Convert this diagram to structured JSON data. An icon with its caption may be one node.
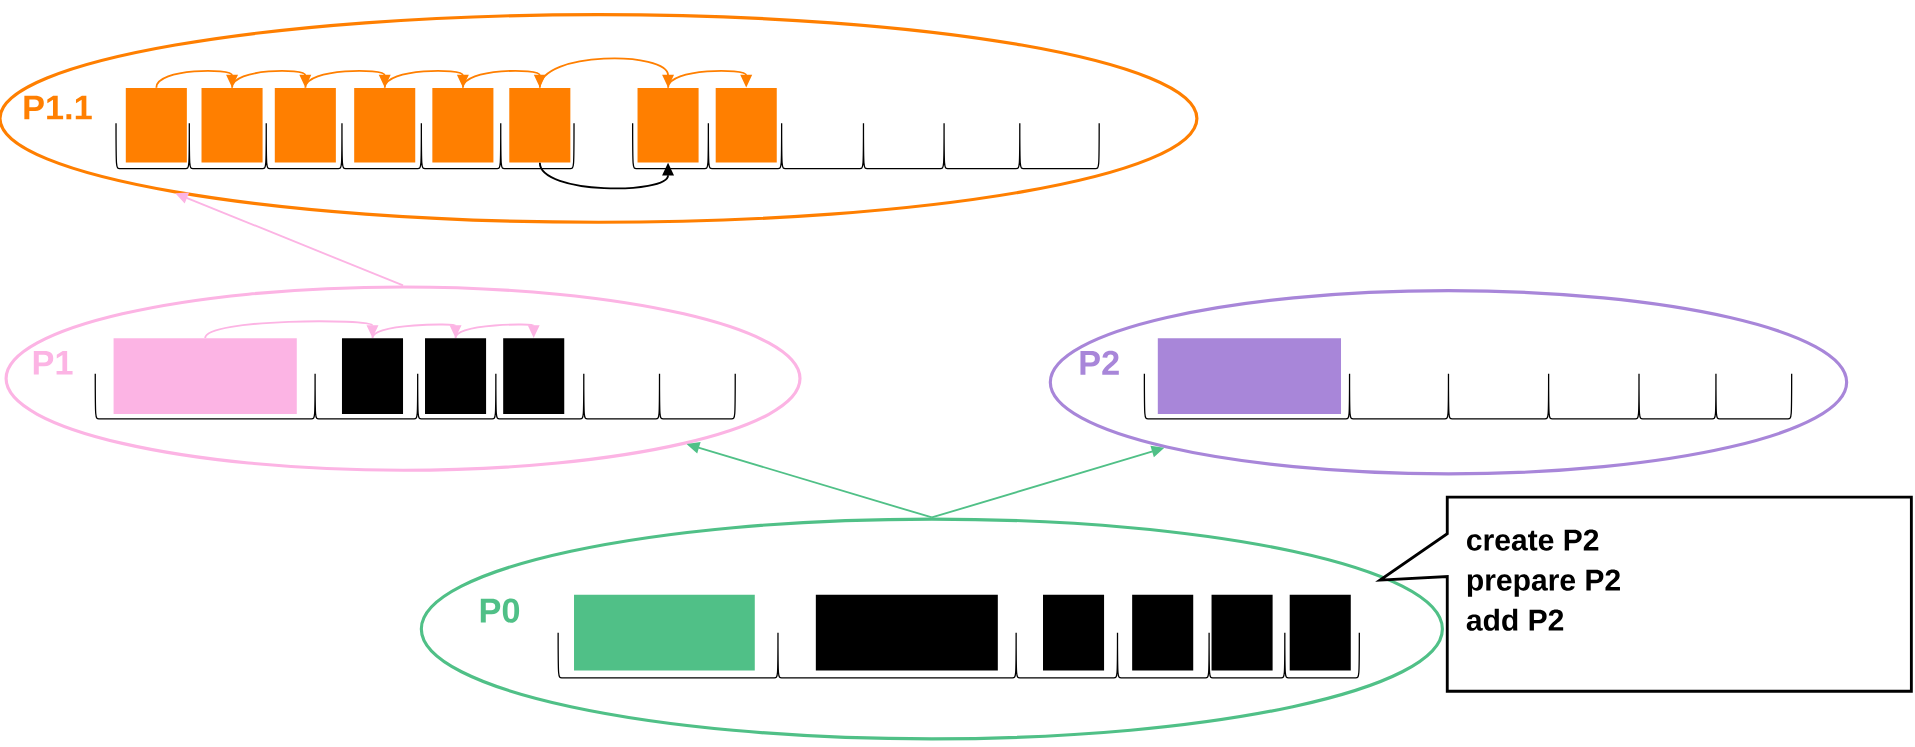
{
  "diagram": {
    "nodes": [
      {
        "text": [
          "P1.1"
        ]
      },
      {
        "text": [],
        "shape": "box",
        "in": 0
      },
      {
        "text": [],
        "shape": "box",
        "in": 0
      },
      {
        "text": [],
        "shape": "box",
        "in": 0
      },
      {
        "text": [],
        "shape": "box",
        "in": 0
      },
      {
        "text": [],
        "shape": "box",
        "in": 0
      },
      {
        "text": [],
        "shape": "box",
        "in": 0
      },
      {
        "text": [],
        "shape": "box",
        "in": 0
      },
      {
        "text": [],
        "shape": "box",
        "in": 0
      },
      {
        "text": [
          "P1"
        ]
      },
      {
        "text": [],
        "shape": "box",
        "in": 9
      },
      {
        "text": [],
        "shape": "box",
        "in": 9
      },
      {
        "text": [],
        "shape": "box",
        "in": 9
      },
      {
        "text": [],
        "shape": "box",
        "in": 9
      },
      {
        "text": [
          "P2"
        ]
      },
      {
        "text": [],
        "shape": "box",
        "in": 14
      },
      {
        "text": [
          "P0"
        ]
      },
      {
        "text": [],
        "shape": "box",
        "in": 16
      },
      {
        "text": [],
        "shape": "box",
        "in": 16
      },
      {
        "text": [],
        "shape": "box",
        "in": 16
      },
      {
        "text": [],
        "shape": "box",
        "in": 16
      },
      {
        "text": [],
        "shape": "box",
        "in": 16
      },
      {
        "text": [],
        "shape": "box",
        "in": 16
      },
      {
        "text": [
          "create P2",
          "prepare P2",
          "add P2"
        ]
      }
    ],
    "edges": [
      {
        "from": 1,
        "to": 2,
        "arrow": "to"
      },
      {
        "from": 2,
        "to": 3,
        "arrow": "to"
      },
      {
        "from": 3,
        "to": 4,
        "arrow": "to"
      },
      {
        "from": 4,
        "to": 5,
        "arrow": "to"
      },
      {
        "from": 5,
        "to": 6,
        "arrow": "to"
      },
      {
        "from": 6,
        "to": 7,
        "arrow": "to"
      },
      {
        "from": 7,
        "to": 8,
        "arrow": "to"
      },
      {
        "from": 6,
        "to": 7,
        "arrow": "to",
        "color": "#000000"
      },
      {
        "from": 10,
        "to": 11,
        "arrow": "to",
        "color": "#fcb4e4"
      },
      {
        "from": 11,
        "to": 12,
        "arrow": "to",
        "color": "#fcb4e4"
      },
      {
        "from": 12,
        "to": 13,
        "arrow": "to",
        "color": "#fcb4e4"
      },
      {
        "from": 9,
        "to": 0,
        "arrow": "to",
        "color": "#fcb4e4"
      },
      {
        "from": 16,
        "to": 9,
        "arrow": "to",
        "color": "#50c087"
      },
      {
        "from": 16,
        "to": 14,
        "arrow": "to",
        "color": "#50c087"
      }
    ]
  }
}
